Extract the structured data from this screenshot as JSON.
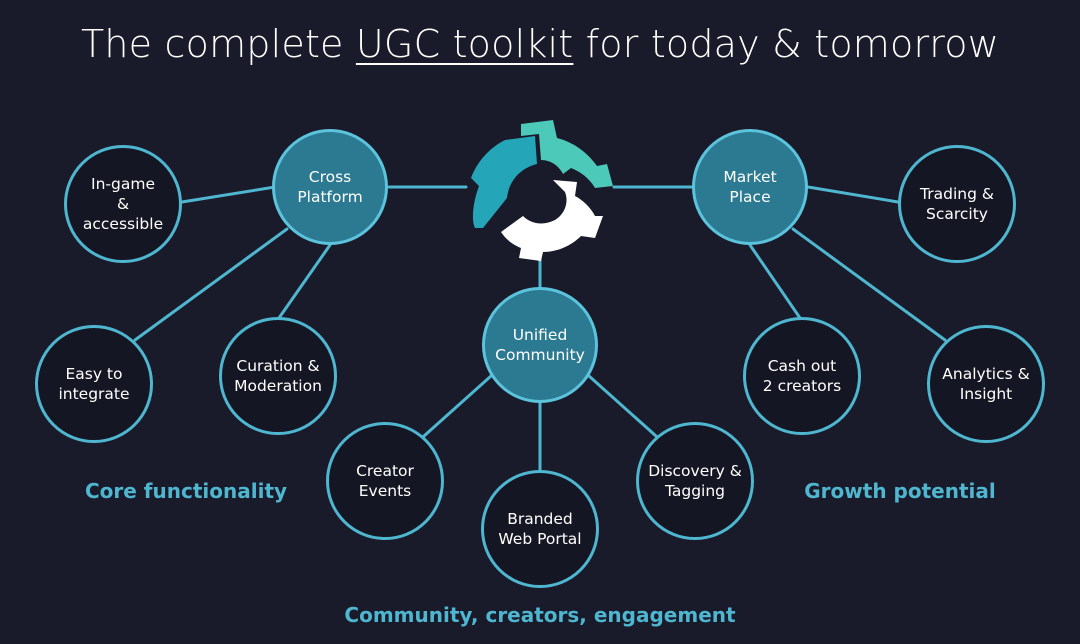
{
  "title": {
    "before": "The complete ",
    "highlight": "UGC toolkit",
    "after": " for today & tomorrow"
  },
  "logo": {
    "icon": "gear-logo-icon",
    "colors": {
      "teal": "#25a5b8",
      "aqua": "#4cc9b9",
      "white": "#ffffff"
    }
  },
  "nodes": {
    "cross_platform": {
      "line1": "Cross",
      "line2": "Platform"
    },
    "market_place": {
      "line1": "Market",
      "line2": "Place"
    },
    "unified_community": {
      "line1": "Unified",
      "line2": "Community"
    },
    "in_game": {
      "line1": "In-game",
      "line2": "&",
      "line3": "accessible"
    },
    "easy_integrate": {
      "line1": "Easy to",
      "line2": "integrate"
    },
    "curation": {
      "line1": "Curation &",
      "line2": "Moderation"
    },
    "trading": {
      "line1": "Trading &",
      "line2": "Scarcity"
    },
    "cash_out": {
      "line1": "Cash out",
      "line2": "2 creators"
    },
    "analytics": {
      "line1": "Analytics &",
      "line2": "Insight"
    },
    "creator_events": {
      "line1": "Creator",
      "line2": "Events"
    },
    "branded_portal": {
      "line1": "Branded",
      "line2": "Web Portal"
    },
    "discovery": {
      "line1": "Discovery &",
      "line2": "Tagging"
    }
  },
  "sections": {
    "core": "Core functionality",
    "growth": "Growth potential",
    "community": "Community, creators, engagement"
  },
  "colors": {
    "background": "#191a2a",
    "accent": "#4fb6d0",
    "hub_fill": "#2c7a92"
  }
}
